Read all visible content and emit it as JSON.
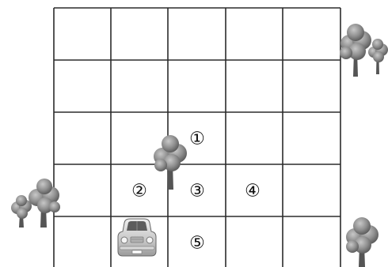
{
  "labels": {
    "one": "①",
    "two": "②",
    "three": "③",
    "four": "④",
    "five": "⑤"
  },
  "colors": {
    "grid": "#2b2b2b",
    "tree_foliage": "#8f8f8f",
    "tree_trunk": "#555555",
    "car_body": "#c9c9c9"
  },
  "icons": [
    "tree-icon",
    "car-icon"
  ]
}
